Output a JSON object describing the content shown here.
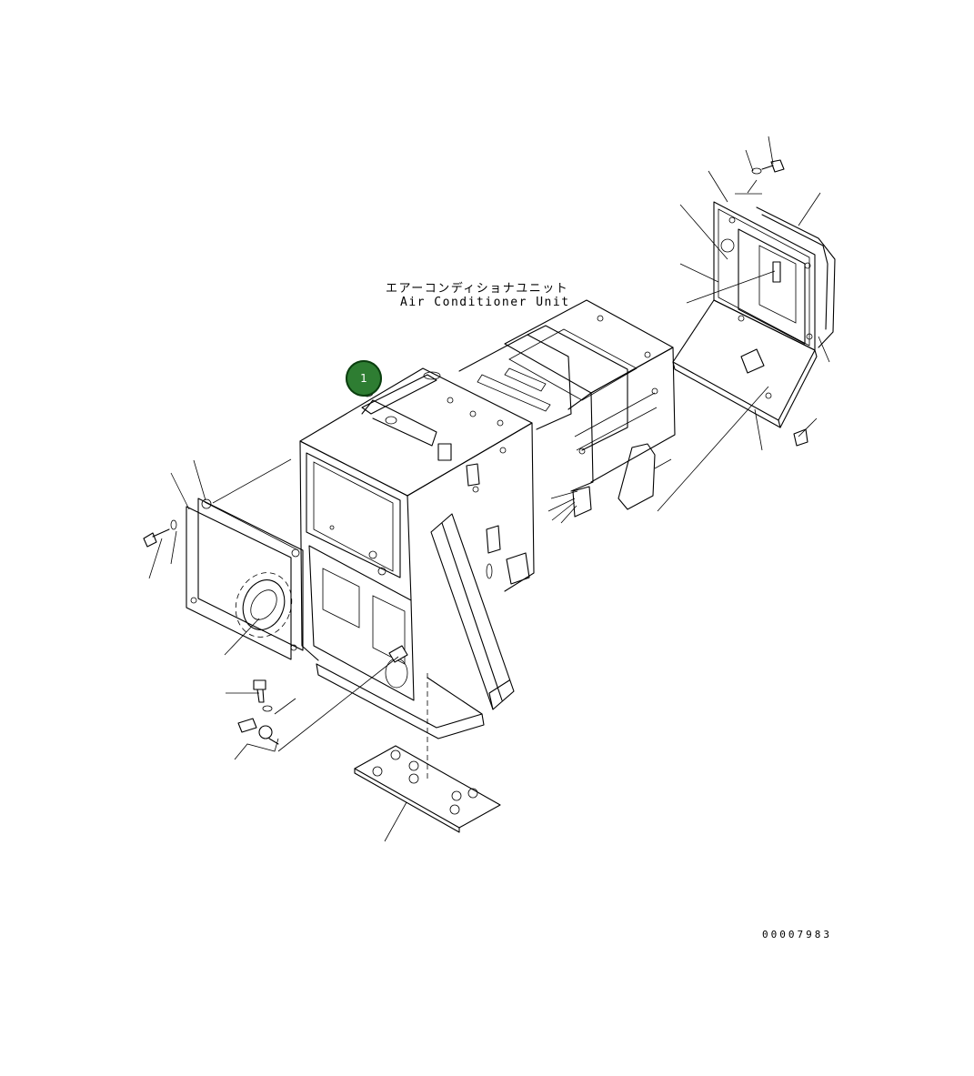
{
  "labels": {
    "unit_jp": "エアーコンディショナユニット",
    "unit_en": "Air Conditioner Unit",
    "drawing_number": "00007983"
  },
  "callouts": [
    {
      "number": "1",
      "color": "#2e7d32"
    }
  ]
}
